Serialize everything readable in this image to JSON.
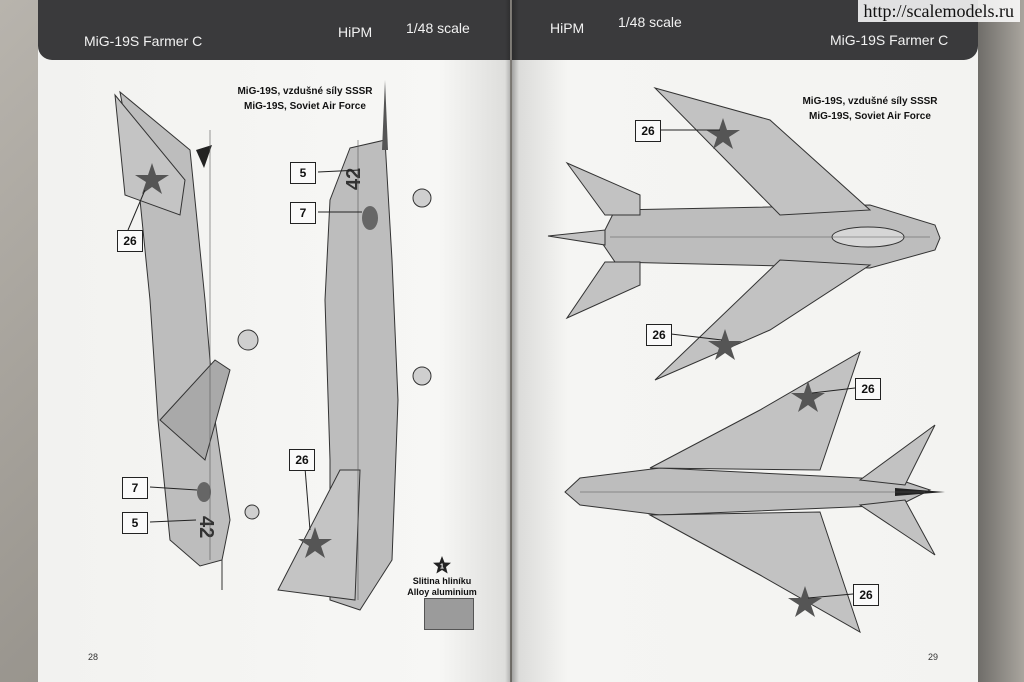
{
  "watermark": "http://scalemodels.ru",
  "left_page": {
    "header": {
      "title": "MiG-19S Farmer C",
      "brand": "HiPM",
      "scale": "1/48 scale"
    },
    "caption_line1": "MiG-19S, vzdušné síly SSSR",
    "caption_line2": "MiG-19S, Soviet Air Force",
    "callouts": [
      "26",
      "5",
      "7",
      "7",
      "5",
      "26"
    ],
    "side_number": "42",
    "legend": {
      "badge": "1",
      "label_cz": "Slitina hliníku",
      "label_en": "Alloy aluminium",
      "swatch_color": "#9b9b9b"
    },
    "page_number": "28"
  },
  "right_page": {
    "header": {
      "title": "MiG-19S Farmer C",
      "brand": "HiPM",
      "scale": "1/48 scale"
    },
    "caption_line1": "MiG-19S, vzdušné síly SSSR",
    "caption_line2": "MiG-19S, Soviet Air Force",
    "callouts": [
      "26",
      "26",
      "26",
      "26"
    ],
    "page_number": "29"
  },
  "colors": {
    "aircraft": "#b9b9b9",
    "aircraft_dark": "#8e8e8e",
    "header": "#3a3a3c",
    "marking_red": "#555555"
  }
}
